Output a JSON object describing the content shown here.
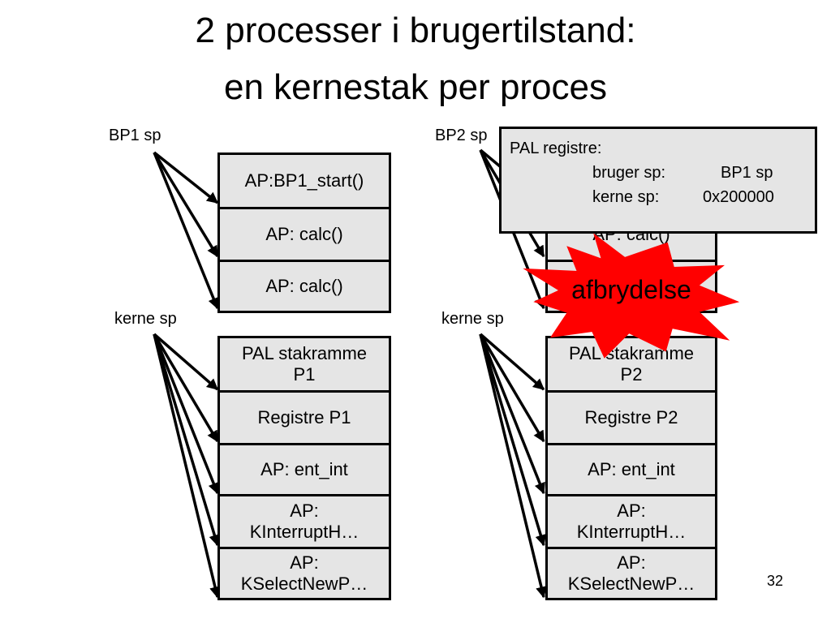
{
  "title": {
    "line1": "2 processer i brugertilstand:",
    "line2": "en kernestak per proces"
  },
  "left": {
    "user_sp_label": "BP1 sp",
    "kernel_sp_label": "kerne sp",
    "user_stack": [
      "AP:BP1_start()",
      "AP: calc()",
      "AP: calc()"
    ],
    "kernel_stack": [
      {
        "line1": "PAL stakramme",
        "line2": "P1"
      },
      {
        "line1": "Registre P1",
        "line2": ""
      },
      {
        "line1": "AP: ent_int",
        "line2": ""
      },
      {
        "line1": "AP:",
        "line2": "KInterruptH…"
      },
      {
        "line1": "AP:",
        "line2": "KSelectNewP…"
      }
    ]
  },
  "right": {
    "user_sp_label": "BP2 sp",
    "kernel_sp_label": "kerne sp",
    "user_stack_partial": "AP: calc()",
    "kernel_stack": [
      {
        "line1": "PAL stakramme",
        "line2": "P2"
      },
      {
        "line1": "Registre P2",
        "line2": ""
      },
      {
        "line1": "AP: ent_int",
        "line2": ""
      },
      {
        "line1": "AP:",
        "line2": "KInterruptH…"
      },
      {
        "line1": "AP:",
        "line2": "KSelectNewP…"
      }
    ]
  },
  "pal_registers": {
    "heading": "PAL registre:",
    "user_sp_key": "bruger sp:",
    "user_sp_value": "BP1 sp",
    "kernel_sp_key": "kerne sp:",
    "kernel_sp_value": "0x200000"
  },
  "interrupt_label": "afbrydelse",
  "page_number": "32",
  "colors": {
    "box_fill": "#e5e5e5",
    "burst_red": "#ff0000"
  }
}
